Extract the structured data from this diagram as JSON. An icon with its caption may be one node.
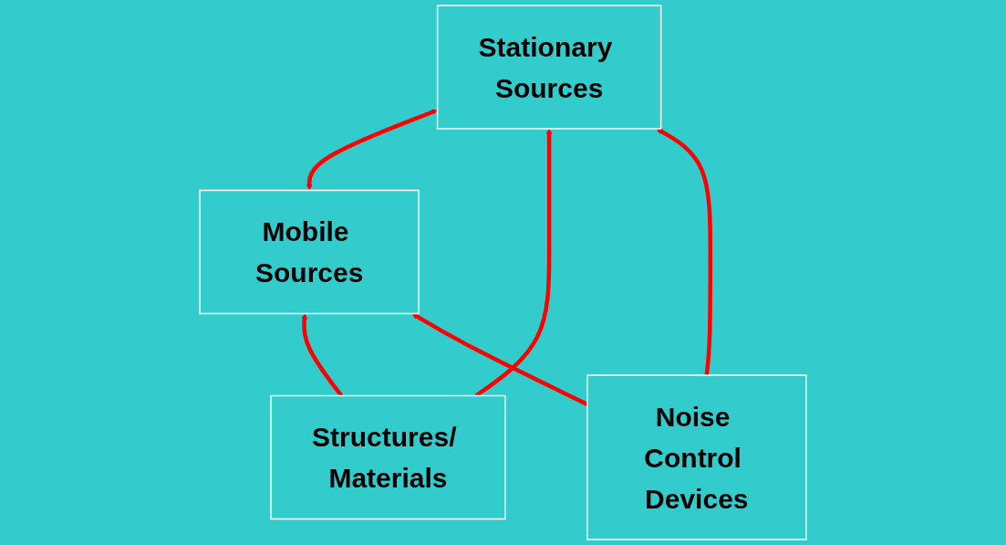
{
  "diagram": {
    "nodes": [
      {
        "text": [
          "Mobile Sources"
        ]
      },
      {
        "text": [
          "Stationary Sources"
        ]
      },
      {
        "text": [
          "Structures/ Materials"
        ]
      },
      {
        "text": [
          "Noise Control Devices"
        ]
      }
    ],
    "edges": [
      {
        "from": 0,
        "to": 1,
        "arrow": "both"
      },
      {
        "from": 2,
        "to": 0,
        "arrow": "to"
      },
      {
        "from": 2,
        "to": 1,
        "arrow": "to"
      },
      {
        "from": 3,
        "to": 0,
        "arrow": "to"
      },
      {
        "from": 3,
        "to": 1,
        "arrow": "to"
      }
    ]
  }
}
